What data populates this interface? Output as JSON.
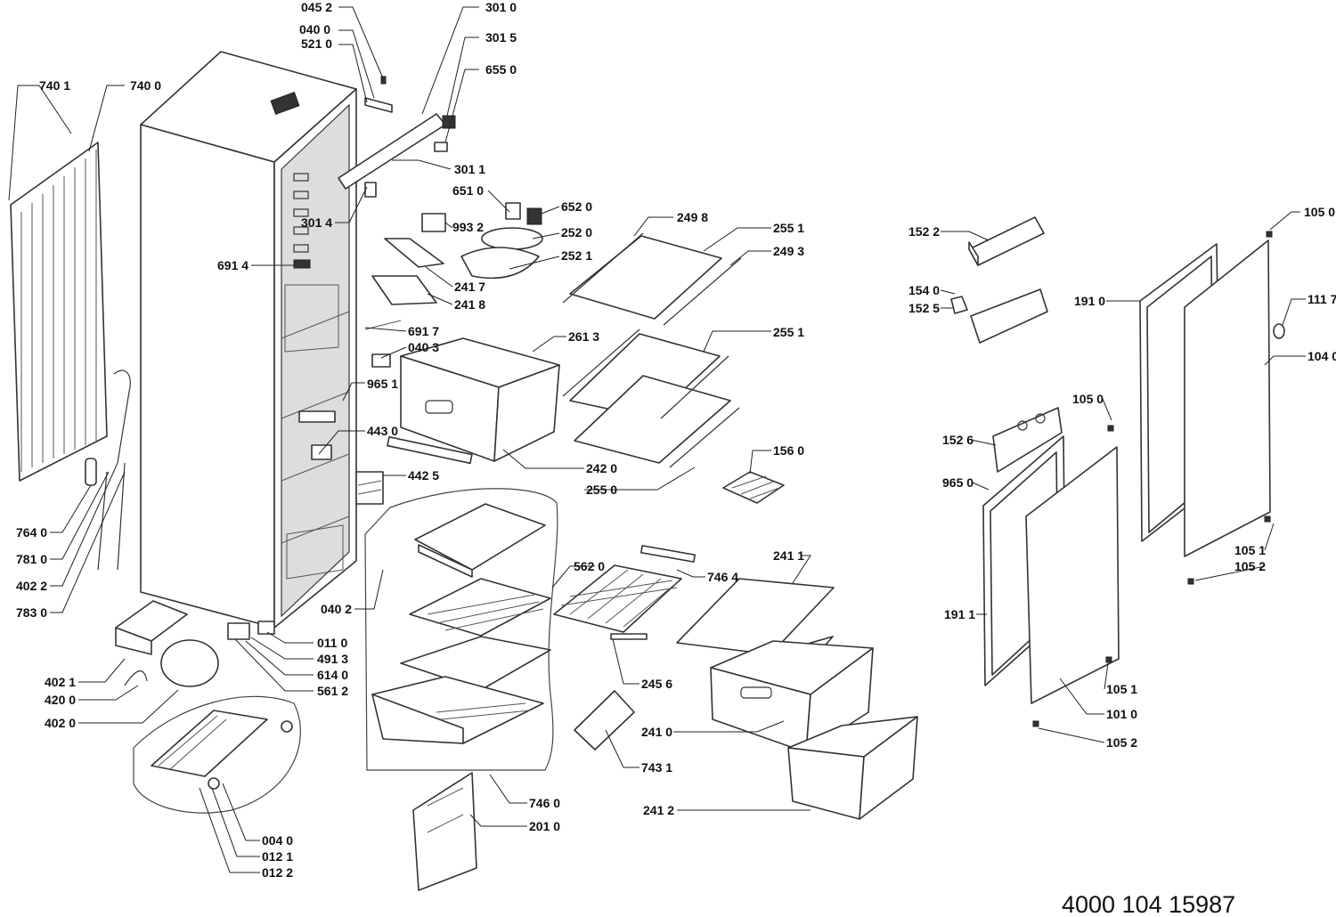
{
  "diagram": {
    "document_number": "4000 104 15987",
    "labels": [
      "045 2",
      "040 0",
      "521 0",
      "301 0",
      "301 5",
      "655 0",
      "301 1",
      "740 1",
      "740 0",
      "651 0",
      "652 0",
      "301 4",
      "993 2",
      "252 0",
      "252 1",
      "691 4",
      "241 7",
      "241 8",
      "691 7",
      "040 3",
      "249 8",
      "255 1",
      "249 3",
      "261 3",
      "255 1",
      "965 1",
      "443 0",
      "442 5",
      "242 0",
      "255 0",
      "156 0",
      "764 0",
      "781 0",
      "402 2",
      "783 0",
      "562 0",
      "746 4",
      "241 1",
      "040 2",
      "011 0",
      "491 3",
      "614 0",
      "561 2",
      "402 1",
      "420 0",
      "402 0",
      "245 6",
      "241 0",
      "743 1",
      "241 2",
      "746 0",
      "201 0",
      "004 0",
      "012 1",
      "012 2",
      "152 2",
      "154 0",
      "152 5",
      "191 0",
      "105 0",
      "111 7",
      "104 0",
      "105 0",
      "152 6",
      "965 0",
      "105 1",
      "105 2",
      "191 1",
      "105 1",
      "101 0",
      "105 2"
    ]
  }
}
